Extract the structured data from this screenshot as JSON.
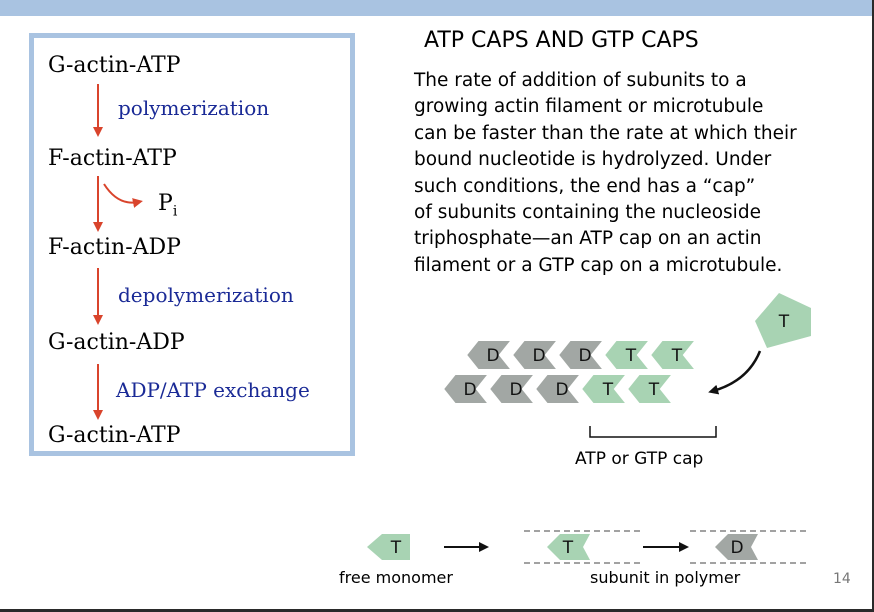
{
  "cycle": {
    "steps": [
      "G-actin-ATP",
      "F-actin-ATP",
      "F-actin-ADP",
      "G-actin-ADP",
      "G-actin-ATP"
    ],
    "transitions": [
      "polymerization",
      "",
      "depolymerization",
      "ADP/ATP exchange"
    ],
    "pi_label": "P",
    "pi_sub": "i"
  },
  "title": "ATP CAPS AND GTP CAPS",
  "paragraph": [
    "The rate of addition of subunits to a",
    "growing actin filament or microtubule",
    "can be faster than the rate at which their",
    "bound nucleotide is hydrolyzed. Under",
    "such conditions, the end has a “cap”",
    "of subunits containing the nucleoside",
    "triphosphate—an ATP cap on an actin",
    "filament or a GTP cap on a microtubule."
  ],
  "filament": {
    "top_row": [
      "D",
      "D",
      "D",
      "T",
      "T"
    ],
    "bottom_row": [
      "D",
      "D",
      "D",
      "T",
      "T"
    ],
    "incoming": "T",
    "cap_label": "ATP or GTP cap"
  },
  "legend": {
    "free_monomer_letter": "T",
    "polymer_letter_1": "T",
    "polymer_letter_2": "D",
    "free_monomer_label": "free monomer",
    "polymer_label": "subunit in polymer"
  },
  "page_number": "14",
  "colors": {
    "t_subunit": "#a8d3b3",
    "d_subunit": "#a2a7a4",
    "arrow_red": "#d9442c",
    "label_blue": "#1a2a96",
    "frame_blue": "#a9c3e1"
  }
}
